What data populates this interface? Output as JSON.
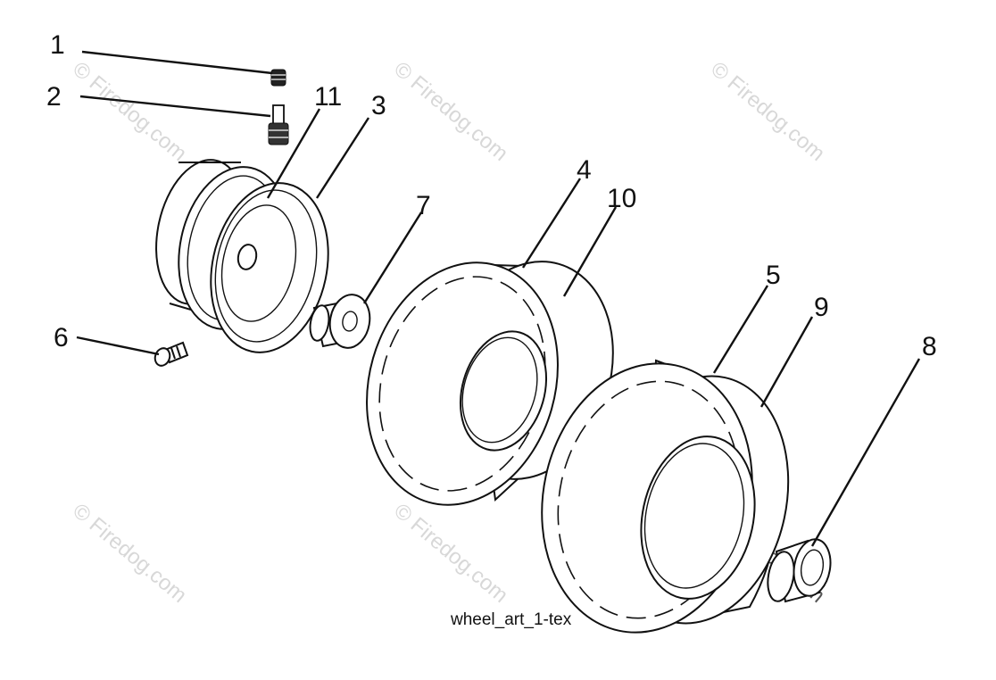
{
  "caption": "wheel_art_1-tex",
  "watermark": "© Firedog.com",
  "callouts": {
    "c1": "1",
    "c2": "2",
    "c11": "11",
    "c3": "3",
    "c7": "7",
    "c4": "4",
    "c10": "10",
    "c5": "5",
    "c9": "9",
    "c8": "8",
    "c6": "6"
  },
  "parts": [
    "valve-cap",
    "valve-stem",
    "rim-drum",
    "rim-flange",
    "bushing",
    "front-tire",
    "rear-tire",
    "bolt",
    "hub-cap"
  ]
}
